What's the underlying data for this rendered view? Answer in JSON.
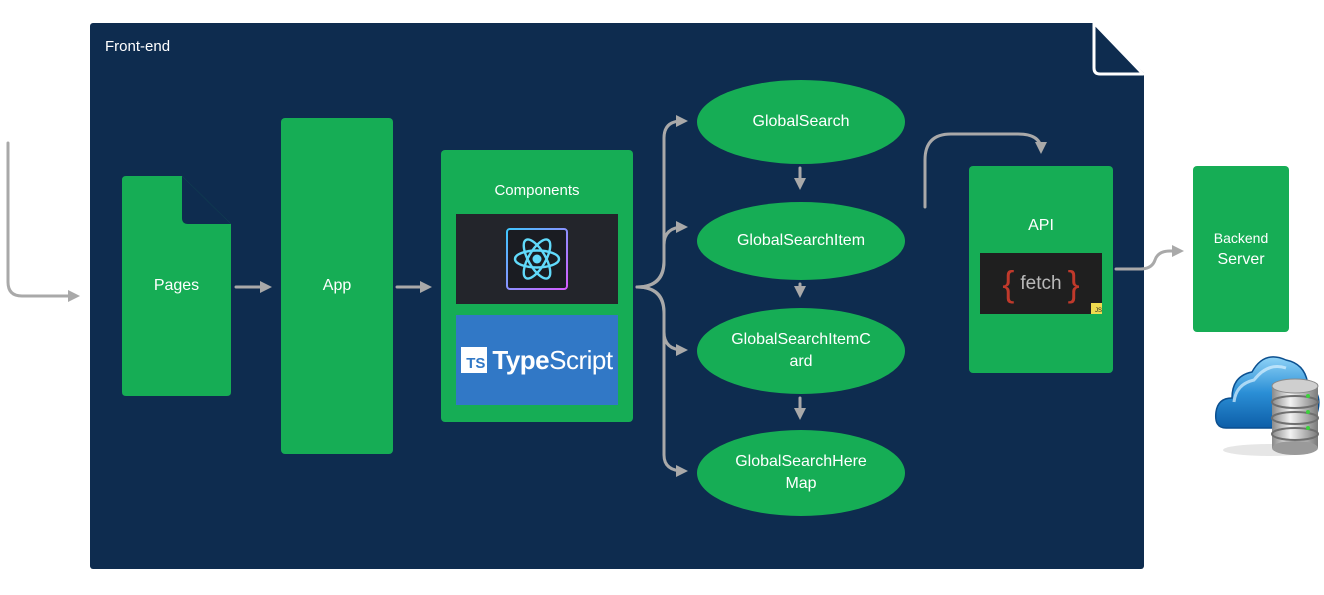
{
  "frame": {
    "label": "Front-end"
  },
  "nodes": {
    "pages": "Pages",
    "app": "App",
    "components": "Components",
    "global_search": "GlobalSearch",
    "global_search_item": "GlobalSearchItem",
    "global_search_item_card": [
      "GlobalSearchItemC",
      "ard"
    ],
    "global_search_here_map": [
      "GlobalSearchHere",
      "Map"
    ],
    "api": "API",
    "backend": [
      "Backend",
      "Server"
    ]
  },
  "logos": {
    "typescript_badge": "TS",
    "typescript_word_a": "Type",
    "typescript_word_b": "Script",
    "fetch_left_brace": "{",
    "fetch_word": "fetch",
    "fetch_right_brace": "}",
    "js_badge": "JS"
  },
  "icons": [
    "react-icon",
    "typescript-icon",
    "fetch-icon",
    "cloud-database-icon",
    "folded-corner-icon"
  ],
  "colors": {
    "frame": "#0e2c4f",
    "node": "#16ad55",
    "arrow": "#a9a9a9",
    "react": "#61dafb",
    "typescript": "#3178c6"
  }
}
